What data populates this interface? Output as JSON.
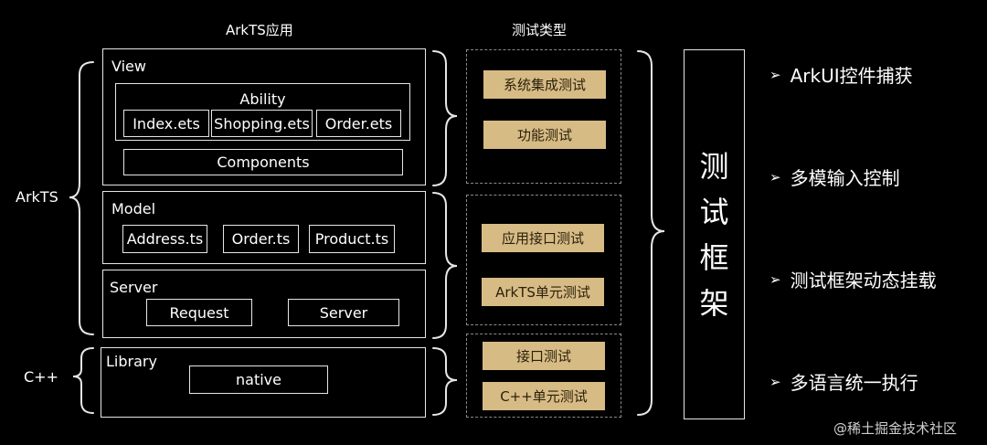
{
  "headers": {
    "arkts_app": "ArkTS应用",
    "test_types": "测试类型"
  },
  "left_labels": {
    "arkts": "ArkTS",
    "cpp": "C++"
  },
  "view": {
    "title": "View",
    "ability": "Ability",
    "files": [
      "Index.ets",
      "Shopping.ets",
      "Order.ets"
    ],
    "components": "Components"
  },
  "model": {
    "title": "Model",
    "files": [
      "Address.ts",
      "Order.ts",
      "Product.ts"
    ]
  },
  "server": {
    "title": "Server",
    "items": [
      "Request",
      "Server"
    ]
  },
  "library": {
    "title": "Library",
    "items": [
      "native"
    ]
  },
  "test_types": {
    "group1": [
      "系统集成测试",
      "功能测试"
    ],
    "group2": [
      "应用接口测试",
      "ArkTS单元测试"
    ],
    "group3": [
      "接口测试",
      "C++单元测试"
    ]
  },
  "framework": {
    "chars": [
      "测",
      "试",
      "框",
      "架"
    ]
  },
  "features": [
    "ArkUI控件捕获",
    "多模输入控制",
    "测试框架动态挂载",
    "多语言统一执行"
  ],
  "watermark": "@稀土掘金技术社区",
  "colors": {
    "background": "#000000",
    "gold": "#d7bb85",
    "line": "#e6e6e6",
    "dash": "#8a8a8a"
  }
}
